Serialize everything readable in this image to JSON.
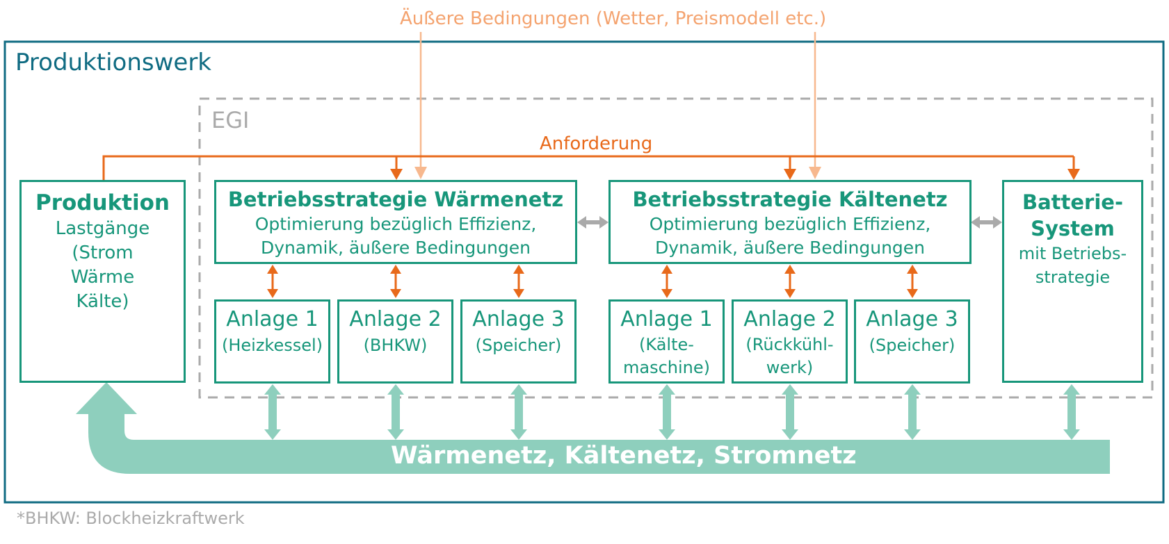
{
  "colors": {
    "frame": "#0f6b82",
    "teal": "#17967a",
    "teal_light": "#8ecfbd",
    "orange": "#e8691a",
    "peach": "#f7b88e",
    "gray": "#aaaaaa"
  },
  "external_conditions": "Äußere Bedingungen (Wetter, Preismodell etc.)",
  "plant_title": "Produktionswerk",
  "egi_label": "EGI",
  "request_label": "Anforderung",
  "production": {
    "title": "Produktion",
    "lines": [
      "Lastgänge",
      "(Strom",
      "Wärme",
      "Kälte)"
    ]
  },
  "heat_strategy": {
    "title": "Betriebsstrategie Wärmenetz",
    "line1": "Optimierung bezüglich Effizienz,",
    "line2": "Dynamik, äußere Bedingungen"
  },
  "cold_strategy": {
    "title": "Betriebsstrategie Kältenetz",
    "line1": "Optimierung bezüglich Effizienz,",
    "line2": "Dynamik, äußere Bedingungen"
  },
  "battery": {
    "title1": "Batterie-",
    "title2": "System",
    "line1": "mit Betriebs-",
    "line2": "strategie"
  },
  "heat_plants": [
    {
      "name": "Anlage 1",
      "desc1": "(Heizkessel)",
      "desc2": ""
    },
    {
      "name": "Anlage 2",
      "desc1": "(BHKW)",
      "desc2": ""
    },
    {
      "name": "Anlage 3",
      "desc1": "(Speicher)",
      "desc2": ""
    }
  ],
  "cold_plants": [
    {
      "name": "Anlage 1",
      "desc1": "(Kälte-",
      "desc2": "maschine)"
    },
    {
      "name": "Anlage 2",
      "desc1": "(Rückkühl-",
      "desc2": "werk)"
    },
    {
      "name": "Anlage 3",
      "desc1": "(Speicher)",
      "desc2": ""
    }
  ],
  "network_label": "Wärmenetz, Kältenetz, Stromnetz",
  "footnote": "*BHKW: Blockheizkraftwerk"
}
